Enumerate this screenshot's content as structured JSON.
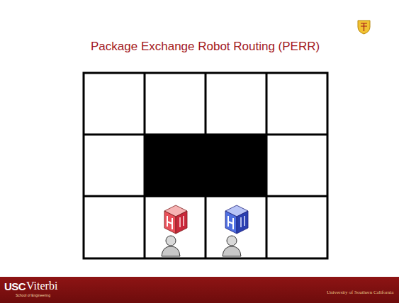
{
  "diagram": {
    "title": "Package Exchange Robot Routing (PERR)",
    "labels": [
      "USC",
      "Viterbi",
      "School of Engineering",
      "University of Southern California"
    ]
  }
}
